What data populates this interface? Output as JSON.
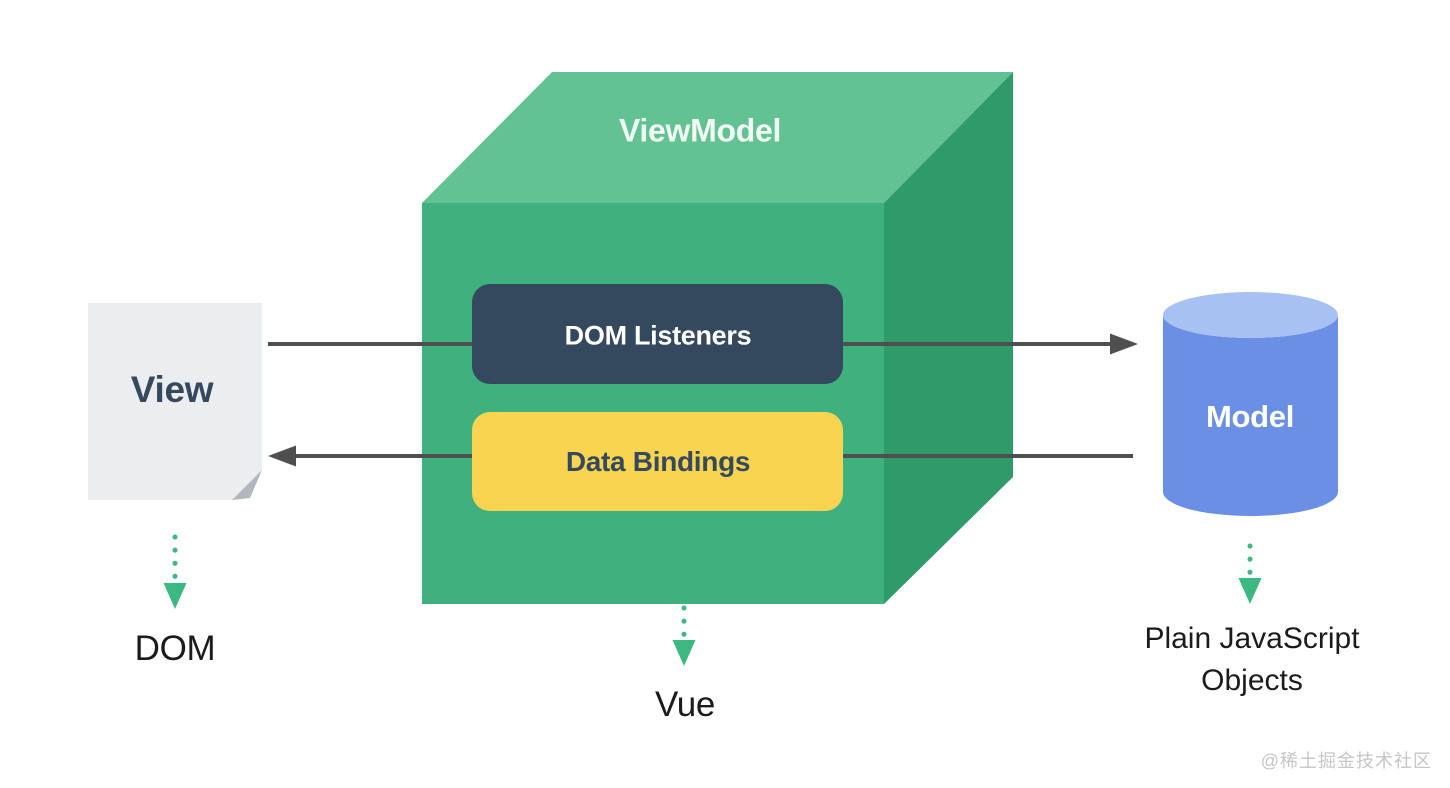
{
  "labels": {
    "viewmodel": "ViewModel",
    "view": "View",
    "model": "Model",
    "dom_listeners": "DOM Listeners",
    "data_bindings": "Data Bindings",
    "dom": "DOM",
    "vue": "Vue",
    "plain_js_line1": "Plain JavaScript",
    "plain_js_line2": "Objects"
  },
  "watermark": "@稀土掘金技术社区",
  "colors": {
    "background": "#ffffff",
    "cube_front": "#3fb17e",
    "cube_top": "#63c291",
    "cube_side": "#2f9b6b",
    "dom_listeners_box": "#35495e",
    "data_bindings_box": "#f8d451",
    "model_body": "#6c8fe6",
    "model_top": "#a6c1f2",
    "view_page": "#ecedee",
    "view_fold": "#b2b7bd",
    "solid_arrow": "#4f4f4f",
    "dotted_arrow": "#3cb881",
    "caption_text": "#1b1b1b",
    "watermark_text": "#c6c6c6"
  }
}
